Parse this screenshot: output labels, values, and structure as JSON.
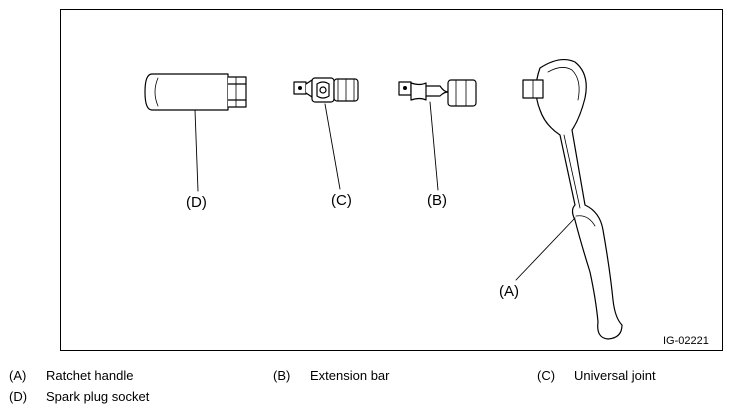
{
  "figure": {
    "id": "IG-02221",
    "callouts": {
      "a": "(A)",
      "b": "(B)",
      "c": "(C)",
      "d": "(D)"
    }
  },
  "legend": [
    {
      "key": "(A)",
      "text": "Ratchet handle"
    },
    {
      "key": "(B)",
      "text": "Extension bar"
    },
    {
      "key": "(C)",
      "text": "Universal joint"
    },
    {
      "key": "(D)",
      "text": "Spark plug socket"
    }
  ]
}
